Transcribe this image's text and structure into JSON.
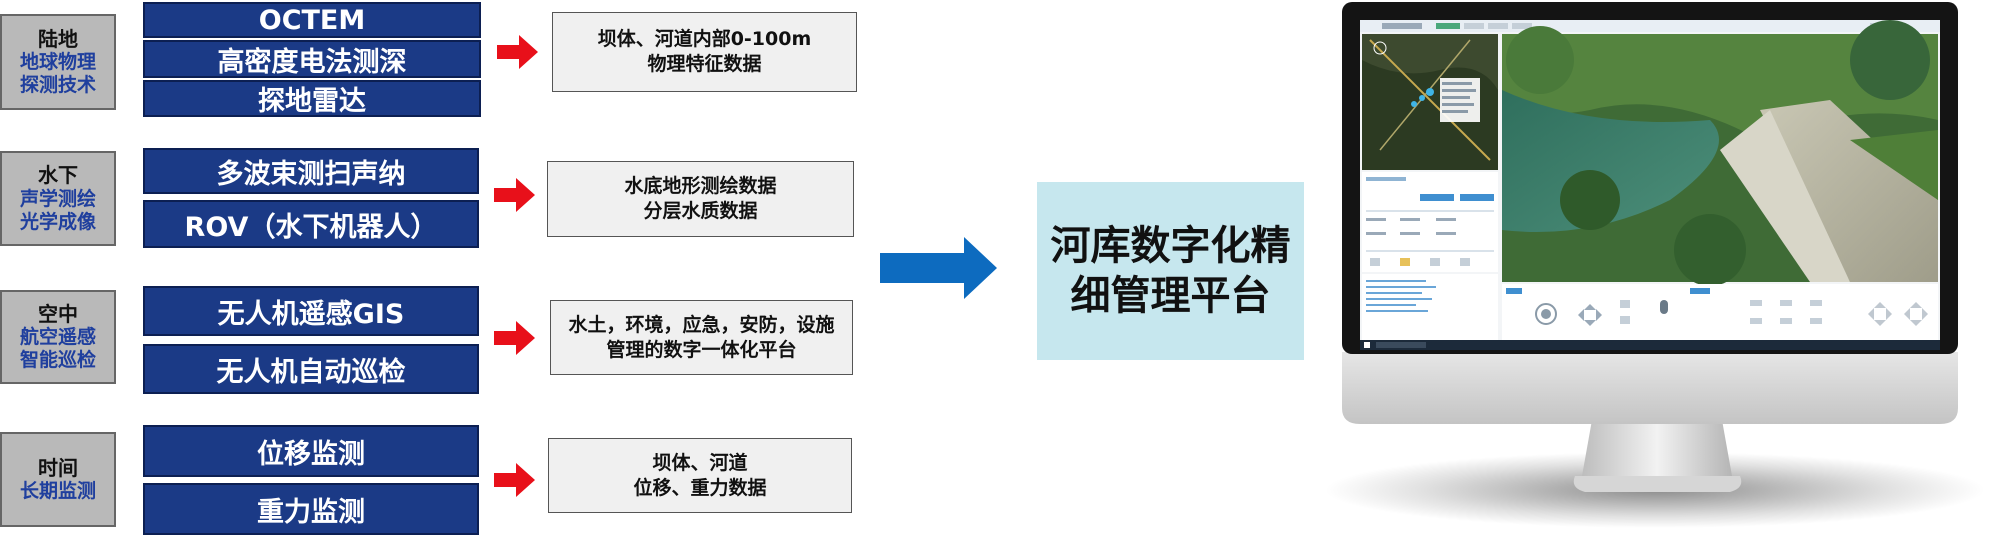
{
  "rows": [
    {
      "category": [
        "陆地",
        "地球物理",
        "探测技术"
      ],
      "techs": [
        "OCTEM",
        "高密度电法测深",
        "探地雷达"
      ],
      "output": [
        "坝体、河道内部0-100m",
        "物理特征数据"
      ]
    },
    {
      "category": [
        "水下",
        "声学测绘",
        "光学成像"
      ],
      "techs": [
        "多波束测扫声纳",
        "ROV（水下机器人）"
      ],
      "output": [
        "水底地形测绘数据",
        "分层水质数据"
      ]
    },
    {
      "category": [
        "空中",
        "航空遥感",
        "智能巡检"
      ],
      "techs": [
        "无人机遥感GIS",
        "无人机自动巡检"
      ],
      "output": [
        "水土，环境，应急，安防，设施",
        "管理的数字一体化平台"
      ]
    },
    {
      "category": [
        "时间",
        "长期监测"
      ],
      "techs": [
        "位移监测",
        "重力监测"
      ],
      "output": [
        "坝体、河道",
        "位移、重力数据"
      ]
    }
  ],
  "platform": [
    "河库数字化精",
    "细管理平台"
  ],
  "colors": {
    "tech_bg": "#1b3a86",
    "arrow_red": "#e8101a",
    "arrow_blue": "#0d6bbf",
    "platform_bg": "#c6e7ee",
    "category_bg": "#b9b9b9"
  },
  "icons": {
    "small_arrow": "red-arrow-icon",
    "big_arrow": "blue-arrow-icon",
    "monitor": "monitor-icon"
  }
}
